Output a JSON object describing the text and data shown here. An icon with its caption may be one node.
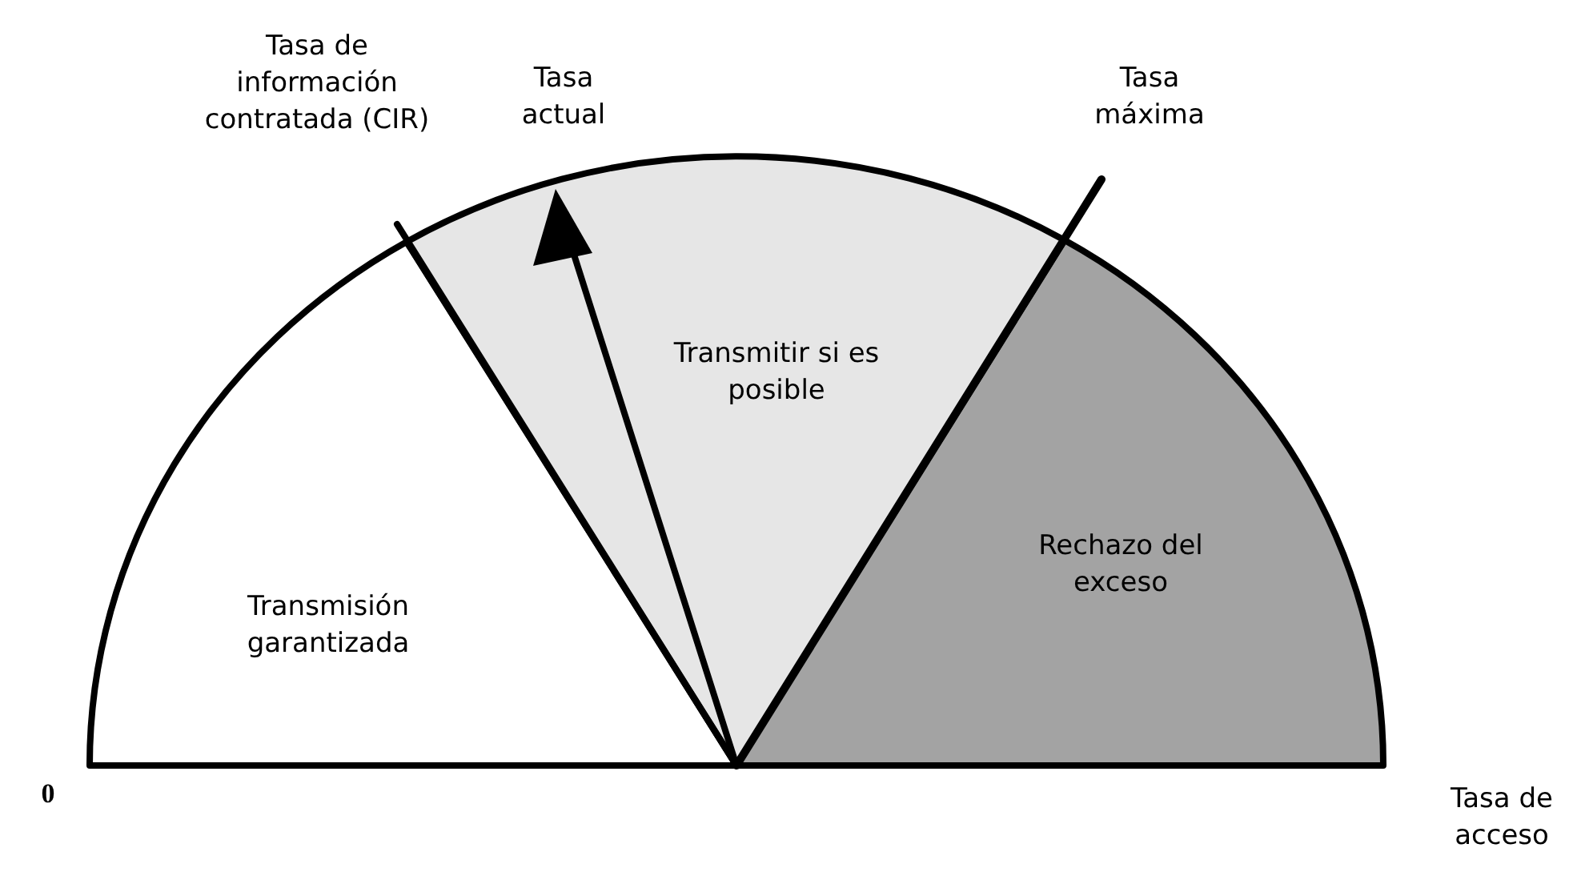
{
  "diagram": {
    "nodes": [
      {
        "text": [
          "Transmisión garantizada"
        ]
      },
      {
        "text": [
          "Transmitir si es posible"
        ]
      },
      {
        "text": [
          "Rechazo del exceso"
        ]
      }
    ],
    "edges": [],
    "labels": [
      "Tasa de información contratada (CIR)",
      "Tasa actual",
      "Tasa máxima",
      "0",
      "Tasa de acceso"
    ]
  }
}
